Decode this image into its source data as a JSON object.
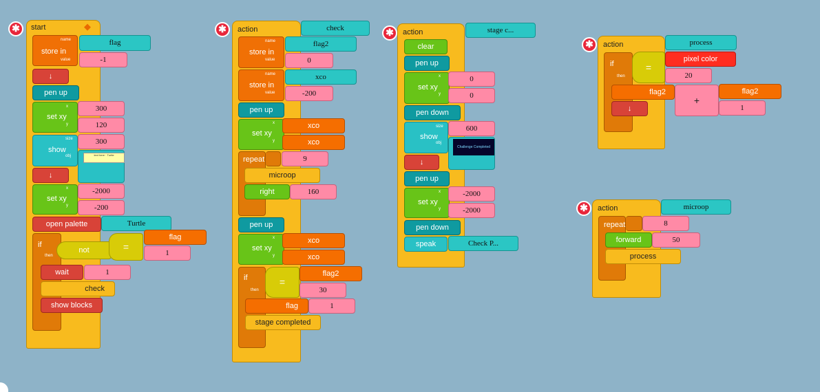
{
  "stack1": {
    "hat": "start",
    "store_name_lbl": "name",
    "store_value_lbl": "value",
    "store_in": "store in",
    "store_name": "flag",
    "store_value": "-1",
    "pen_down_arrow": "↓",
    "pen_up": "pen up",
    "set_xy": "set xy",
    "x_lbl": "x",
    "y_lbl": "y",
    "x1": "300",
    "y1": "120",
    "show": "show",
    "size_lbl": "size",
    "obj_lbl": "obj",
    "size1": "300",
    "show_text": "text here · Turtle",
    "x2": "-2000",
    "y2": "-200",
    "open_palette": "open palette",
    "palette": "Turtle",
    "if": "if",
    "then": "then",
    "not": "not",
    "eq": "=",
    "cmp_a": "flag",
    "cmp_b": "1",
    "wait": "wait",
    "wait_val": "1",
    "check": "check",
    "show_blocks": "show blocks"
  },
  "stack2": {
    "hat": "action",
    "name": "check",
    "store_in": "store in",
    "name_lbl": "name",
    "value_lbl": "value",
    "s1_name": "flag2",
    "s1_val": "0",
    "s2_name": "xco",
    "s2_val": "-200",
    "pen_up": "pen up",
    "set_xy": "set xy",
    "x_lbl": "x",
    "y_lbl": "y",
    "xa": "xco",
    "ya": "xco",
    "repeat": "repeat",
    "repeat_val": "9",
    "microop": "microop",
    "right": "right",
    "right_val": "160",
    "xb": "xco",
    "yb": "xco",
    "if": "if",
    "then": "then",
    "eq": "=",
    "cmp_a": "flag2",
    "cmp_b": "30",
    "flag": "flag",
    "flag_val": "1",
    "stage_completed": "stage completed"
  },
  "stack3": {
    "hat": "action",
    "name": "stage c...",
    "clear": "clear",
    "pen_up": "pen up",
    "set_xy": "set xy",
    "x_lbl": "x",
    "y_lbl": "y",
    "x1": "0",
    "y1": "0",
    "pen_down": "pen down",
    "show": "show",
    "size_lbl": "size",
    "obj_lbl": "obj",
    "size": "600",
    "show_text": "Challenge Completed",
    "arrow": "↓",
    "x2": "-2000",
    "y2": "-2000",
    "speak": "speak",
    "speak_val": "Check P..."
  },
  "stack4": {
    "hat": "action",
    "name": "process",
    "if": "if",
    "then": "then",
    "eq": "=",
    "pixel_color": "pixel color",
    "cmp_b": "20",
    "flag2": "flag2",
    "plus": "+",
    "add_a": "flag2",
    "add_b": "1",
    "arrow": "↓"
  },
  "stack5": {
    "hat": "action",
    "name": "microop",
    "repeat": "repeat",
    "repeat_val": "8",
    "forward": "forward",
    "forward_val": "50",
    "process": "process"
  },
  "trash_icon": "✱"
}
